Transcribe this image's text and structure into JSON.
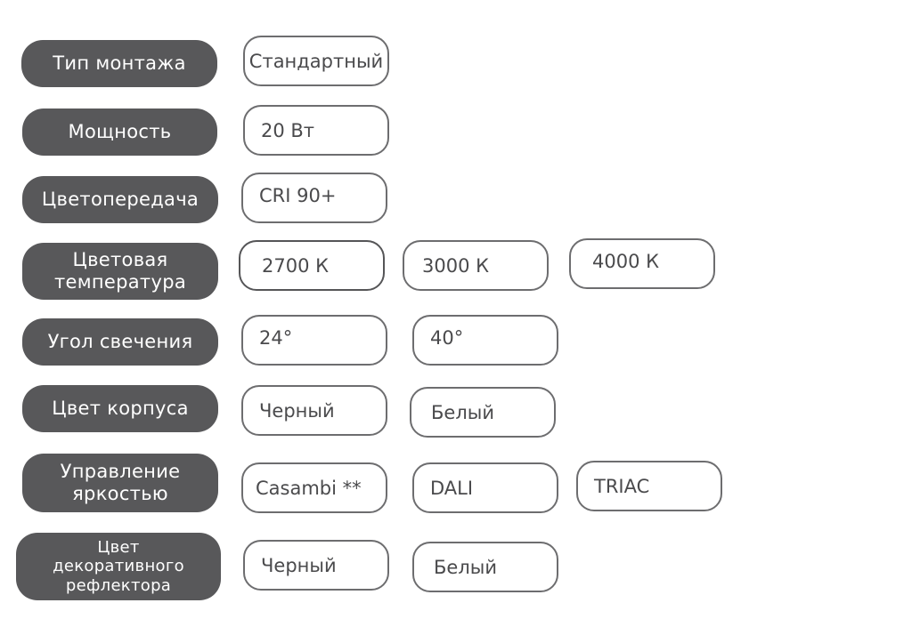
{
  "rows": [
    {
      "label": "Тип монтажа",
      "options": [
        "Стандартный"
      ]
    },
    {
      "label": "Мощность",
      "options": [
        "20 Вт"
      ]
    },
    {
      "label": "Цветопередача",
      "options": [
        "CRI 90+"
      ]
    },
    {
      "label": "Цветовая температура",
      "options": [
        "2700 К",
        "3000 К",
        "4000 К"
      ]
    },
    {
      "label": "Угол свечения",
      "options": [
        "24°",
        "40°"
      ]
    },
    {
      "label": "Цвет корпуса",
      "options": [
        "Черный",
        "Белый"
      ]
    },
    {
      "label": "Управление яркостью",
      "options": [
        "Casambi **",
        "DALI",
        "TRIAC"
      ]
    },
    {
      "label": "Цвет декоративного рефлектора",
      "options": [
        "Черный",
        "Белый"
      ]
    }
  ],
  "colors": {
    "label_bg": "#58585a",
    "label_text": "#ffffff",
    "option_border": "#6d6d6f",
    "option_text": "#4a4a4c"
  }
}
